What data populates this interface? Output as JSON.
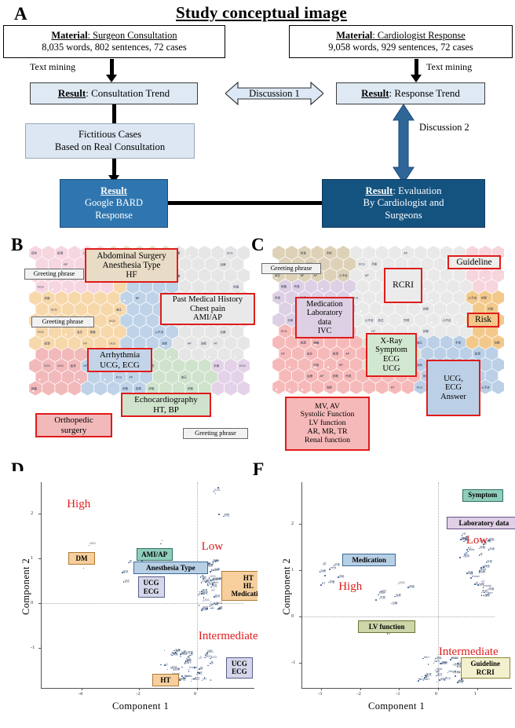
{
  "figure": {
    "panels": [
      "A",
      "B",
      "C",
      "D",
      "E"
    ]
  },
  "panelA": {
    "letter": "A",
    "title": "Study conceptual image",
    "left_material": {
      "line1_bold": "Material",
      "line1_rest": ": Surgeon Consultation",
      "line2": "8,035 words,  802 sentences,  72 cases"
    },
    "right_material": {
      "line1_bold": "Material",
      "line1_rest": ": Cardiologist Response",
      "line2": "9,058 words,  929 sentences,  72 cases"
    },
    "left_mining_label": "Text mining",
    "right_mining_label": "Text mining",
    "left_result": {
      "bold": "Result",
      "rest": ": Consultation Trend"
    },
    "right_result": {
      "bold": "Result",
      "rest": ": Response Trend"
    },
    "fictitious": {
      "line1": "Fictitious Cases",
      "line2": "Based on Real Consultation"
    },
    "discussion1": "Discussion 1",
    "discussion2": "Discussion 2",
    "bard_result": {
      "bold": "Result",
      "line2": "Google BARD",
      "line3": "Response"
    },
    "eval_result": {
      "bold": "Result",
      "rest": ": Evaluation",
      "line2": "By Cardiologist and",
      "line3": "Surgeons"
    }
  },
  "panelB": {
    "letter": "B",
    "tags": [
      {
        "id": "greeting-top",
        "lines": [
          "Greeting phrase"
        ],
        "style": "gray"
      },
      {
        "id": "abdominal",
        "lines": [
          "Abdominal Surgery",
          "Anesthesia Type",
          "HF"
        ],
        "style": "red",
        "fill": "#e8dcc6"
      },
      {
        "id": "past-medical",
        "lines": [
          "Past Medical History",
          "Chest pain",
          "AMI/AP"
        ],
        "style": "red",
        "fill": "#e9e9ea"
      },
      {
        "id": "greeting-mid",
        "lines": [
          "Greeting phrase"
        ],
        "style": "gray"
      },
      {
        "id": "arrhythmia",
        "lines": [
          "Arrhythmia",
          "UCG, ECG"
        ],
        "style": "red",
        "fill": "#c4d4e8"
      },
      {
        "id": "echocardiography",
        "lines": [
          "Echocardiography",
          "HT, BP"
        ],
        "style": "red",
        "fill": "#cfe3cc"
      },
      {
        "id": "orthopedic",
        "lines": [
          "Orthopedic",
          "surgery"
        ],
        "style": "red",
        "fill": "#f2b9bb"
      },
      {
        "id": "greeting-bottom",
        "lines": [
          "Greeting phrase"
        ],
        "style": "gray"
      }
    ],
    "cluster_colors": {
      "pink": "#f6d6e0",
      "orange": "#f7d8ab",
      "blue": "#bfd3e8",
      "green": "#cfe3cc",
      "gray": "#e6e6e7",
      "tan": "#e8dcc6",
      "red": "#f2b9bb",
      "purple": "#e4d3e8"
    }
  },
  "panelC": {
    "letter": "C",
    "tags": [
      {
        "id": "greeting-top",
        "lines": [
          "Greeting phrase"
        ],
        "style": "gray"
      },
      {
        "id": "guideline",
        "lines": [
          "Guideline"
        ],
        "style": "red",
        "fill": "#f0eeea"
      },
      {
        "id": "rcri",
        "lines": [
          "RCRI"
        ],
        "style": "red",
        "fill": "#ebebec"
      },
      {
        "id": "medication",
        "lines": [
          "Medication",
          "Laboratory",
          "data",
          "IVC"
        ],
        "style": "red",
        "fill": "#ddd0e4"
      },
      {
        "id": "risk",
        "lines": [
          "Risk"
        ],
        "style": "red",
        "fill": "#f3c98b"
      },
      {
        "id": "xray",
        "lines": [
          "X-Ray",
          "Symptom",
          "ECG",
          "UCG"
        ],
        "style": "red",
        "fill": "#d2e7cf"
      },
      {
        "id": "ucg-answer",
        "lines": [
          "UCG,",
          "ECG",
          "Answer"
        ],
        "style": "red",
        "fill": "#bbd0e6"
      },
      {
        "id": "mvav",
        "lines": [
          "MV, AV",
          "Systolic Function",
          "LV function",
          "AR, MR, TR",
          "Renal function"
        ],
        "style": "red",
        "fill": "#f6b9b9"
      }
    ],
    "cluster_colors": {
      "tan": "#ddd2b8",
      "purple": "#ddd0e4",
      "gray": "#e9e9ea",
      "pink": "#f7d5dd",
      "orange": "#f3c98b",
      "green": "#d2e7cf",
      "blue": "#bbd0e6",
      "red": "#f6b9b9"
    }
  },
  "chart_data": [
    {
      "panel": "D",
      "type": "scatter",
      "title": "",
      "xlabel": "Component 1",
      "ylabel": "Component 2",
      "xlim": [
        -5.4,
        1.6
      ],
      "ylim": [
        -1.9,
        2.7
      ],
      "xticks": [
        -4,
        -2,
        0
      ],
      "yticks": [
        2,
        1,
        0,
        -1
      ],
      "grid": "dotted-zero-lines",
      "region_labels": [
        {
          "text": "High",
          "x": -4.5,
          "y": 2.2,
          "color": "#e01b1b"
        },
        {
          "text": "Low",
          "x": 0.15,
          "y": 1.25,
          "color": "#e01b1b"
        },
        {
          "text": "Intermediate",
          "x": 0.05,
          "y": -0.75,
          "color": "#e01b1b"
        }
      ],
      "annotation_boxes": [
        {
          "label": "DM",
          "lines": [
            "DM"
          ],
          "x": -4.45,
          "y": 1.0,
          "fill": "#f6cf9d",
          "border": "#b07a35"
        },
        {
          "label": "AMI/AP",
          "lines": [
            "AMI/AP"
          ],
          "x": -2.1,
          "y": 1.08,
          "fill": "#8fcdbd",
          "border": "#2f6f5e"
        },
        {
          "label": "Anesthesia Type",
          "lines": [
            "Anesthesia Type"
          ],
          "x": -2.2,
          "y": 0.78,
          "fill": "#b7cfe5",
          "border": "#3c6b96"
        },
        {
          "label": "UCG ECG",
          "lines": [
            "UCG",
            "ECG"
          ],
          "x": -2.05,
          "y": 0.35,
          "fill": "#d5d7ea",
          "border": "#5a5e86"
        },
        {
          "label": "HT HL Medication",
          "lines": [
            "HT",
            "HL",
            "Medication"
          ],
          "x": 0.85,
          "y": 0.38,
          "fill": "#f6cf9d",
          "border": "#b07a35"
        },
        {
          "label": "UCG ECG 2",
          "lines": [
            "UCG",
            "ECG"
          ],
          "x": 1.0,
          "y": -1.45,
          "fill": "#d5d7ea",
          "border": "#5a5e86"
        },
        {
          "label": "HT",
          "lines": [
            "HT"
          ],
          "x": -1.55,
          "y": -1.72,
          "fill": "#f6cf9d",
          "border": "#b07a35"
        }
      ],
      "point_clusters": [
        {
          "name": "upper-right-sparse",
          "n": 6,
          "x_range": [
            0.55,
            1.05
          ],
          "y_range": [
            1.9,
            2.6
          ]
        },
        {
          "name": "mid-right-dense",
          "n": 46,
          "x_range": [
            0.0,
            0.75
          ],
          "y_range": [
            -0.25,
            0.95
          ]
        },
        {
          "name": "left-scatter",
          "n": 11,
          "x_range": [
            -4.6,
            -1.2
          ],
          "y_range": [
            0.2,
            1.45
          ]
        },
        {
          "name": "lower-center-dense",
          "n": 52,
          "x_range": [
            -1.3,
            0.55
          ],
          "y_range": [
            -1.75,
            -1.05
          ]
        }
      ]
    },
    {
      "panel": "E",
      "type": "scatter",
      "title": "",
      "xlabel": "Component 1",
      "ylabel": "Component 2",
      "xlim": [
        -3.5,
        1.45
      ],
      "ylim": [
        -1.55,
        2.9
      ],
      "xticks": [
        -3,
        -2,
        -1,
        0,
        1
      ],
      "yticks": [
        2,
        1,
        0,
        -1
      ],
      "grid": "dotted-zero-lines",
      "region_labels": [
        {
          "text": "Low",
          "x": 0.72,
          "y": 1.62,
          "color": "#e01b1b"
        },
        {
          "text": "High",
          "x": -2.55,
          "y": 0.62,
          "color": "#e01b1b"
        },
        {
          "text": "Intermediate",
          "x": 0.02,
          "y": -0.78,
          "color": "#e01b1b"
        }
      ],
      "annotation_boxes": [
        {
          "label": "Symptom",
          "lines": [
            "Symptom"
          ],
          "x": 0.62,
          "y": 2.62,
          "fill": "#8fcdbd",
          "border": "#2f6f5e"
        },
        {
          "label": "Laboratory data",
          "lines": [
            "Laboratory data"
          ],
          "x": 0.22,
          "y": 2.02,
          "fill": "#e0cfe6",
          "border": "#6a4f82"
        },
        {
          "label": "Medication",
          "lines": [
            "Medication"
          ],
          "x": -2.45,
          "y": 1.22,
          "fill": "#b7cfe5",
          "border": "#3c6b96"
        },
        {
          "label": "LV function",
          "lines": [
            "LV function"
          ],
          "x": -2.05,
          "y": -0.22,
          "fill": "#cdd6a8",
          "border": "#6b7436"
        },
        {
          "label": "Guideline RCRI",
          "lines": [
            "Guideline",
            "RCRI"
          ],
          "x": 0.58,
          "y": -1.12,
          "fill": "#f2f0cd",
          "border": "#8c8433"
        }
      ],
      "point_clusters": [
        {
          "name": "upper-right-cloud",
          "n": 36,
          "x_range": [
            0.55,
            1.3
          ],
          "y_range": [
            0.45,
            1.85
          ]
        },
        {
          "name": "left-high",
          "n": 8,
          "x_range": [
            -3.1,
            -2.5
          ],
          "y_range": [
            0.55,
            1.15
          ]
        },
        {
          "name": "center-mid",
          "n": 8,
          "x_range": [
            -1.7,
            -0.4
          ],
          "y_range": [
            0.1,
            1.45
          ]
        },
        {
          "name": "lv-region",
          "n": 6,
          "x_range": [
            -1.6,
            -1.1
          ],
          "y_range": [
            -0.45,
            -0.1
          ]
        },
        {
          "name": "lower-right-dense",
          "n": 44,
          "x_range": [
            -0.55,
            0.75
          ],
          "y_range": [
            -1.45,
            -0.9
          ]
        }
      ]
    }
  ]
}
